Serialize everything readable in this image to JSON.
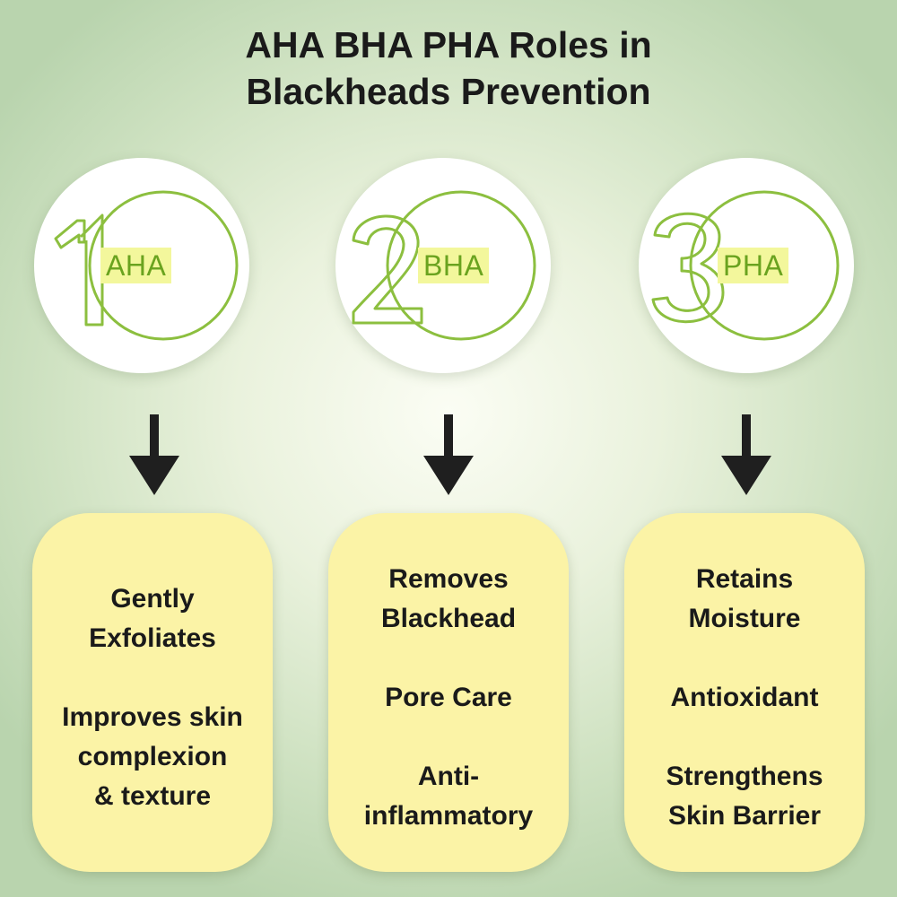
{
  "title": {
    "line1": "AHA BHA PHA Roles in",
    "line2": "Blackheads Prevention"
  },
  "colors": {
    "accent_green": "#6aa31f",
    "label_highlight": "#f3f79c",
    "card_fill": "#fbf3a6",
    "text_dark": "#1a1a1a"
  },
  "steps": [
    {
      "number": "1",
      "acid": "AHA",
      "benefits": [
        [
          "Gently",
          "Exfoliates"
        ],
        [
          "Improves skin",
          "complexion",
          "& texture"
        ]
      ]
    },
    {
      "number": "2",
      "acid": "BHA",
      "benefits": [
        [
          "Removes",
          "Blackhead"
        ],
        [
          "Pore Care"
        ],
        [
          "Anti-",
          "inflammatory"
        ]
      ]
    },
    {
      "number": "3",
      "acid": "PHA",
      "benefits": [
        [
          "Retains",
          "Moisture"
        ],
        [
          "Antioxidant"
        ],
        [
          "Strengthens",
          "Skin Barrier"
        ]
      ]
    }
  ]
}
